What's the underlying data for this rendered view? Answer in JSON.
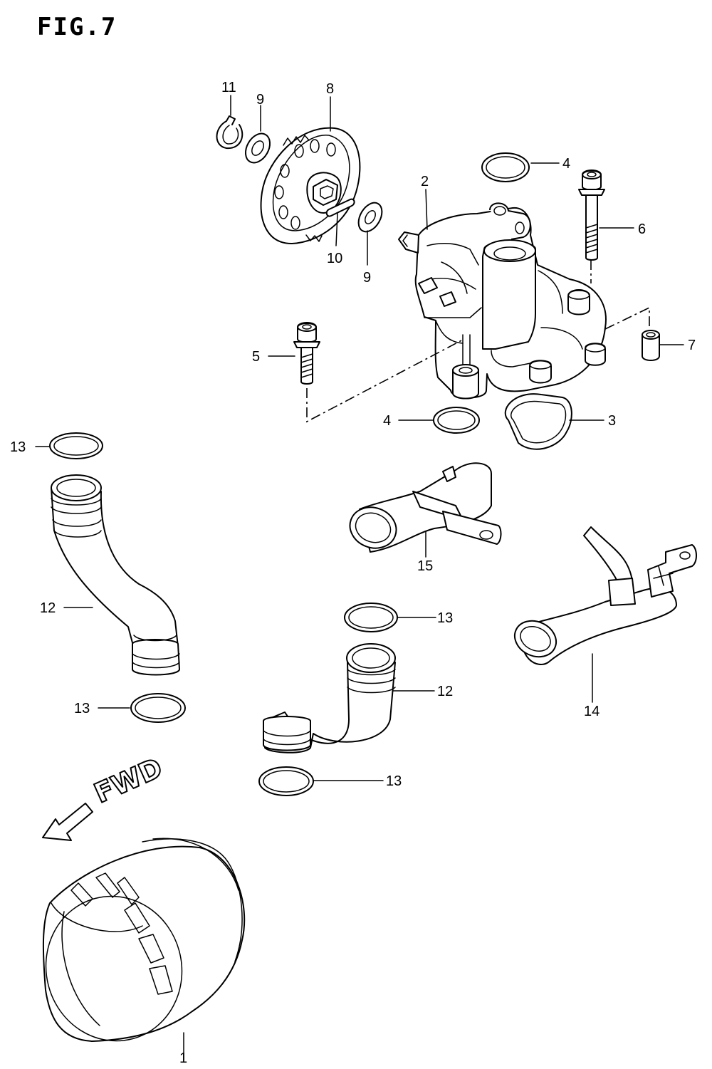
{
  "figure": {
    "title": "FIG.7"
  },
  "direction": {
    "label": "FWD"
  },
  "callouts": [
    {
      "id": "c11",
      "text": "11"
    },
    {
      "id": "c9a",
      "text": "9"
    },
    {
      "id": "c8",
      "text": "8"
    },
    {
      "id": "c4a",
      "text": "4"
    },
    {
      "id": "c2",
      "text": "2"
    },
    {
      "id": "c6",
      "text": "6"
    },
    {
      "id": "c10",
      "text": "10"
    },
    {
      "id": "c9b",
      "text": "9"
    },
    {
      "id": "c5",
      "text": "5"
    },
    {
      "id": "c7",
      "text": "7"
    },
    {
      "id": "c4b",
      "text": "4"
    },
    {
      "id": "c3",
      "text": "3"
    },
    {
      "id": "c13a",
      "text": "13"
    },
    {
      "id": "c15",
      "text": "15"
    },
    {
      "id": "c12a",
      "text": "12"
    },
    {
      "id": "c13b",
      "text": "13"
    },
    {
      "id": "c12b",
      "text": "12"
    },
    {
      "id": "c14",
      "text": "14"
    },
    {
      "id": "c13c",
      "text": "13"
    },
    {
      "id": "c13d",
      "text": "13"
    },
    {
      "id": "c1",
      "text": "1"
    }
  ]
}
